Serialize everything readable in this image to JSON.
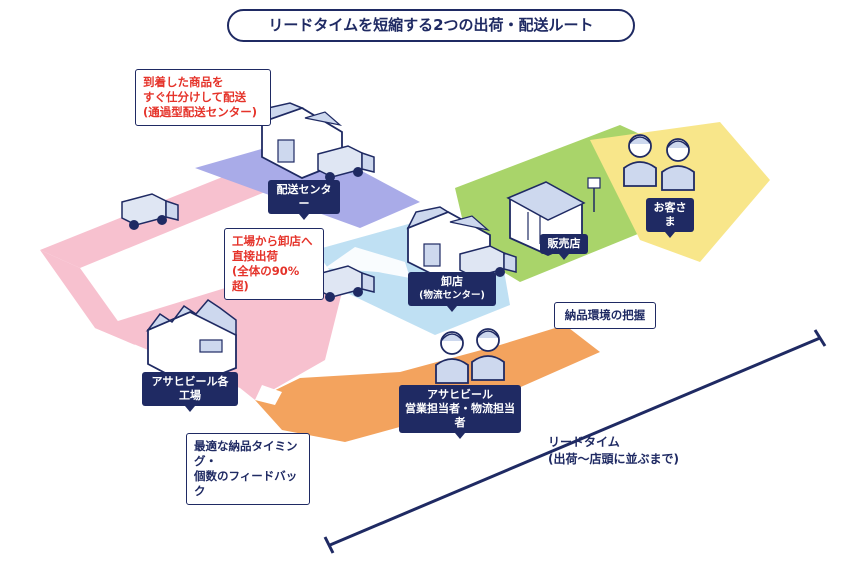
{
  "title": "リードタイムを短縮する2つの出荷・配送ルート",
  "callouts": {
    "crossdock": [
      "到着した商品を",
      "すぐ仕分けして配送",
      "(通過型配送センター)"
    ],
    "direct": [
      "工場から卸店へ",
      "直接出荷",
      "(全体の90%超)"
    ],
    "inventory": "納品環境の把握",
    "feedback": [
      "最適な納品タイミング・",
      "個数のフィードバック"
    ]
  },
  "nodes": {
    "distribution_center": "配送センター",
    "wholesaler": [
      "卸店",
      "(物流センター)"
    ],
    "retail_store": "販売店",
    "customers": "お客さま",
    "factory": "アサヒビール各工場",
    "staff": [
      "アサヒビール",
      "営業担当者・物流担当者"
    ]
  },
  "lead_time": [
    "リードタイム",
    "(出荷〜店頭に並ぶまで)"
  ],
  "colors": {
    "navy": "#1f2a63",
    "pink": "#f7c1cf",
    "lavender": "#a9abe8",
    "light_blue": "#bfe0f3",
    "green": "#a9d46a",
    "yellow": "#f8e68a",
    "orange": "#f3a35e",
    "red_text": "#e5332a"
  },
  "icons": [
    "factory-icon",
    "warehouse-icon",
    "truck-icon",
    "store-icon",
    "person-icon"
  ]
}
